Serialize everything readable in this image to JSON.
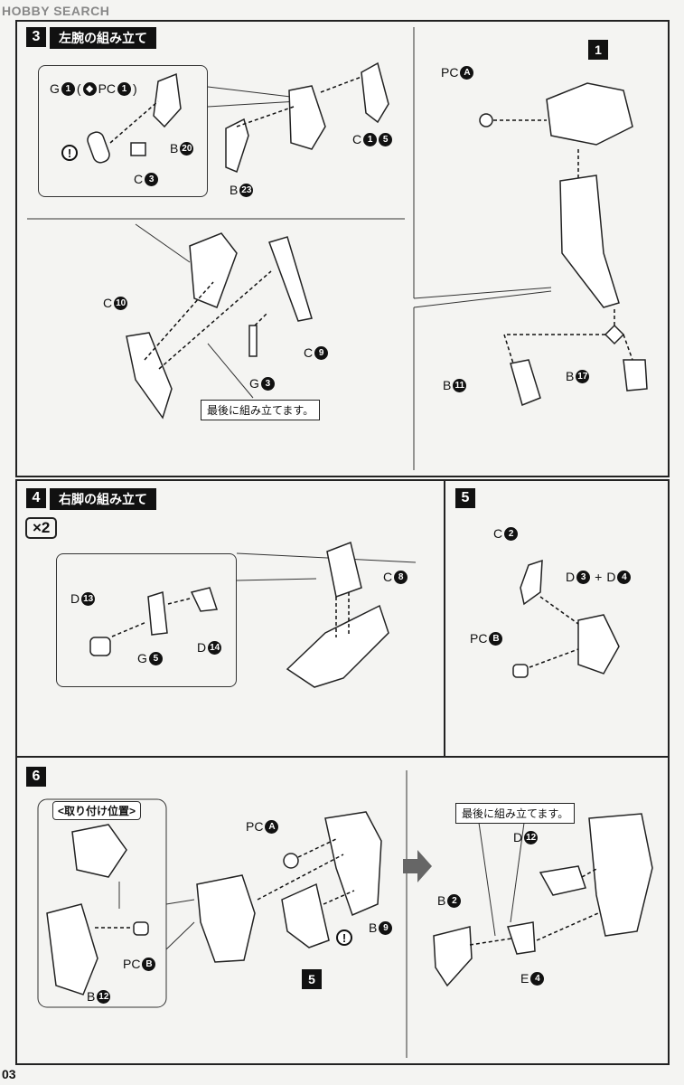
{
  "header": {
    "logo": "HOBBY SEARCH"
  },
  "page_number": "03",
  "step3": {
    "number": "3",
    "title": "左腕の組み立て",
    "ref_badge": "1",
    "note": "最後に組み立てます。",
    "parts": {
      "g1": "G",
      "g1_num": "1",
      "g1_alt_pc": "PC",
      "g1_alt_num": "1",
      "b20": "B",
      "b20_num": "20",
      "c3": "C",
      "c3_num": "3",
      "b23": "B",
      "b23_num": "23",
      "c1": "C",
      "c1_num": "1",
      "c1_num2": "5",
      "c10": "C",
      "c10_num": "10",
      "g3": "G",
      "g3_num": "3",
      "c9": "C",
      "c9_num": "9",
      "pca": "PC",
      "pca_letter": "A",
      "b11": "B",
      "b11_num": "11",
      "b17": "B",
      "b17_num": "17"
    }
  },
  "step4": {
    "number": "4",
    "title": "右脚の組み立て",
    "multiplier": "×2",
    "parts": {
      "d13": "D",
      "d13_num": "13",
      "g5": "G",
      "g5_num": "5",
      "d14": "D",
      "d14_num": "14",
      "c8": "C",
      "c8_num": "8"
    }
  },
  "step5": {
    "number": "5",
    "parts": {
      "c2": "C",
      "c2_num": "2",
      "d3": "D",
      "d3_num": "3",
      "plus": "+",
      "d4": "D",
      "d4_num": "4",
      "pcb": "PC",
      "pcb_letter": "B"
    }
  },
  "step6": {
    "number": "6",
    "inset_title": "<取り付け位置>",
    "ref_badge": "5",
    "note": "最後に組み立てます。",
    "parts": {
      "pcb": "PC",
      "pcb_letter": "B",
      "b12": "B",
      "b12_num": "12",
      "pca": "PC",
      "pca_letter": "A",
      "b9": "B",
      "b9_num": "9",
      "d12": "D",
      "d12_num": "12",
      "b2": "B",
      "b2_num": "2",
      "e4": "E",
      "e4_num": "4"
    }
  },
  "warning_symbol": "!"
}
